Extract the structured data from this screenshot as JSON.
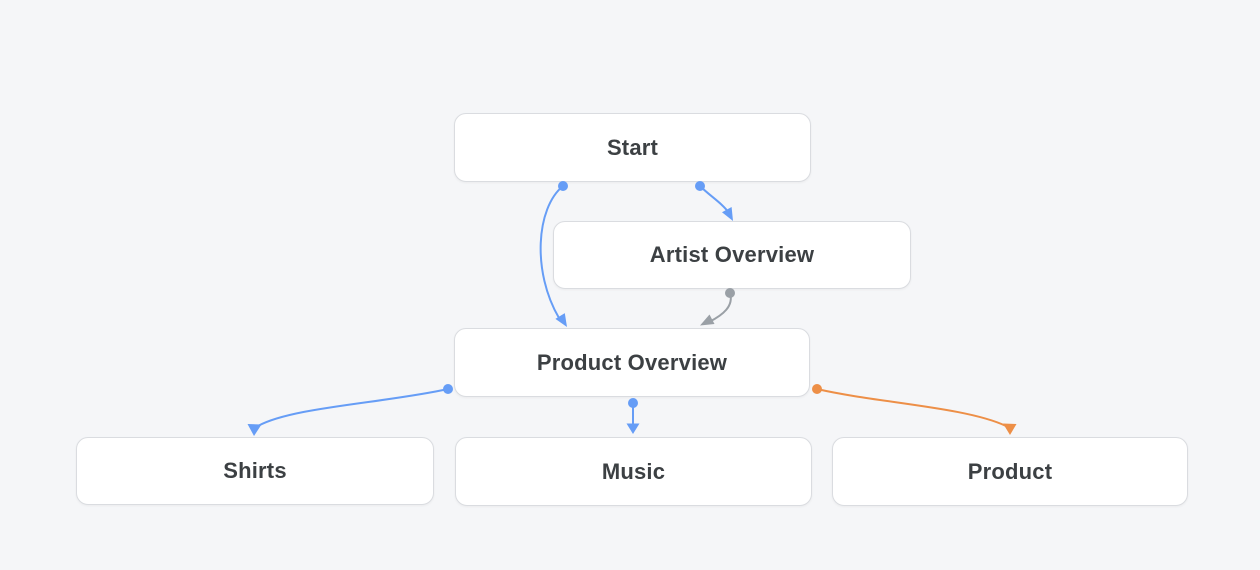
{
  "page": {
    "background": "#f5f6f8"
  },
  "diagram": {
    "nodes": [
      {
        "id": "start",
        "label": "Start"
      },
      {
        "id": "artist-overview",
        "label": "Artist Overview"
      },
      {
        "id": "product-overview",
        "label": "Product Overview"
      },
      {
        "id": "shirts",
        "label": "Shirts"
      },
      {
        "id": "music",
        "label": "Music"
      },
      {
        "id": "product",
        "label": "Product"
      }
    ],
    "edges": [
      {
        "name": "start-to-product-overview",
        "from": "start",
        "to": "product-overview",
        "color": "#669df6"
      },
      {
        "name": "start-to-artist-overview",
        "from": "start",
        "to": "artist-overview",
        "color": "#669df6"
      },
      {
        "name": "artist-overview-to-product-overview",
        "from": "artist-overview",
        "to": "product-overview",
        "color": "#9aa0a6"
      },
      {
        "name": "product-overview-to-shirts",
        "from": "product-overview",
        "to": "shirts",
        "color": "#669df6"
      },
      {
        "name": "product-overview-to-music",
        "from": "product-overview",
        "to": "music",
        "color": "#669df6"
      },
      {
        "name": "product-overview-to-product",
        "from": "product-overview",
        "to": "product",
        "color": "#ed8f47"
      }
    ],
    "colors": {
      "node_fill": "#ffffff",
      "node_border": "#dadce0",
      "node_text": "#3c4043",
      "edge_blue": "#669df6",
      "edge_gray": "#9aa0a6",
      "edge_orange": "#ed8f47"
    }
  }
}
